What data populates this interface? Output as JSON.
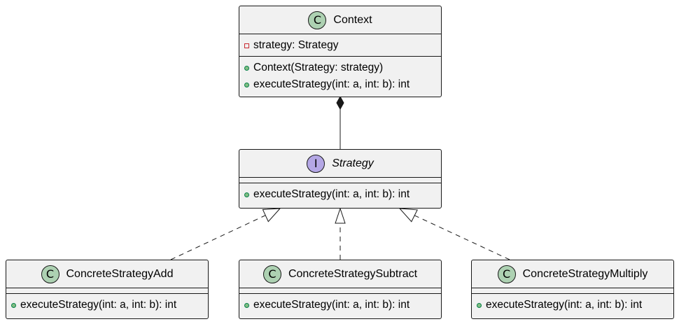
{
  "diagram": {
    "classes": {
      "context": {
        "stereotype_icon": "C",
        "name": "Context",
        "fields": [
          {
            "visibility": "private",
            "text": "strategy: Strategy"
          }
        ],
        "methods": [
          {
            "visibility": "public",
            "text": "Context(Strategy: strategy)"
          },
          {
            "visibility": "public",
            "text": "executeStrategy(int: a, int: b): int"
          }
        ]
      },
      "strategy": {
        "stereotype_icon": "I",
        "name": "Strategy",
        "methods": [
          {
            "visibility": "public",
            "text": "executeStrategy(int: a, int: b): int"
          }
        ]
      },
      "add": {
        "stereotype_icon": "C",
        "name": "ConcreteStrategyAdd",
        "methods": [
          {
            "visibility": "public",
            "text": "executeStrategy(int: a, int: b): int"
          }
        ]
      },
      "subtract": {
        "stereotype_icon": "C",
        "name": "ConcreteStrategySubtract",
        "methods": [
          {
            "visibility": "public",
            "text": "executeStrategy(int: a, int: b): int"
          }
        ]
      },
      "multiply": {
        "stereotype_icon": "C",
        "name": "ConcreteStrategyMultiply",
        "methods": [
          {
            "visibility": "public",
            "text": "executeStrategy(int: a, int: b): int"
          }
        ]
      }
    },
    "relations": [
      {
        "from": "context",
        "to": "strategy",
        "type": "composition"
      },
      {
        "from": "add",
        "to": "strategy",
        "type": "realization"
      },
      {
        "from": "subtract",
        "to": "strategy",
        "type": "realization"
      },
      {
        "from": "multiply",
        "to": "strategy",
        "type": "realization"
      }
    ],
    "colors": {
      "class_fill": "#f1f1f1",
      "class_border": "#181818",
      "class_spot": "#add1b2",
      "interface_spot": "#b4a7e5",
      "public_marker": "#84be84",
      "private_marker": "#c82930"
    }
  }
}
